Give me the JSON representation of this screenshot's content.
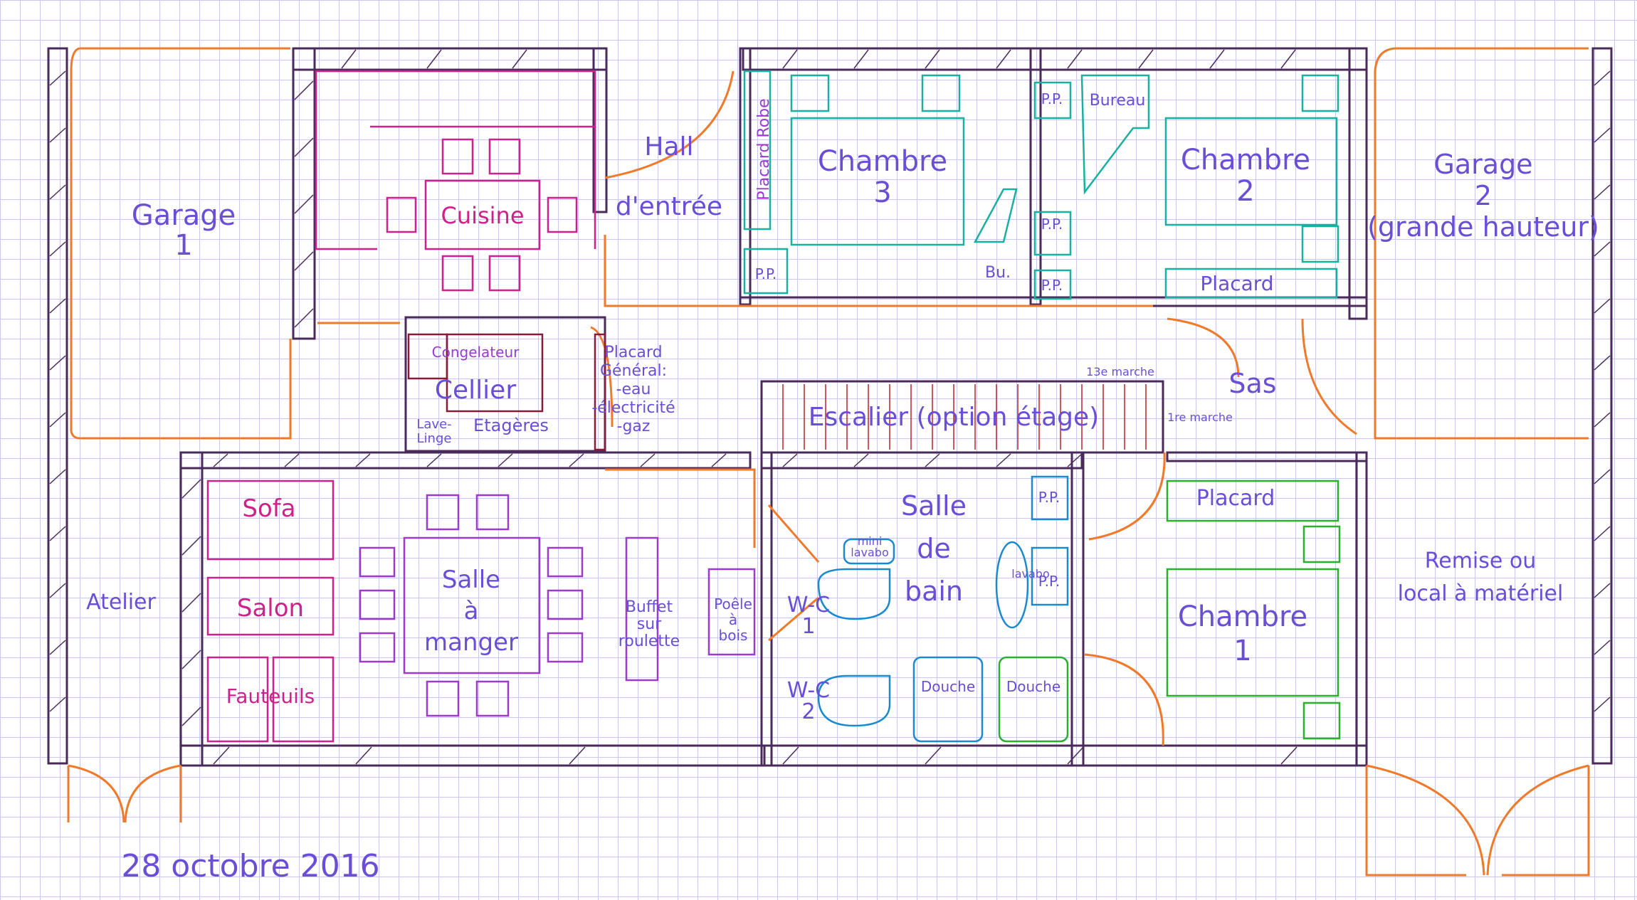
{
  "colors": {
    "wall": "#4a2a5a",
    "door": "#f07a2a",
    "text": "#6a4fd6",
    "kitchen": "#d0208a",
    "dining": "#9a3ad0",
    "bedroom3": "#19b0a0",
    "bedroom1": "#2ab02a",
    "bathroom": "#1a9ad0",
    "grid": "#c9c9ee"
  },
  "rooms": {
    "garage1": "Garage\n1",
    "cuisine": "Cuisine",
    "hall": "Hall\nd'entrée",
    "placard_hall": "Placard Robe",
    "pp_hall": "P.P.",
    "chambre3": "Chambre\n3",
    "bureau3": "Bu.",
    "pp_c3_a": "P.P.",
    "pp_c3_b": "P.P.",
    "pp_c3_c": "P.P.",
    "bureau2": "Bureau",
    "chambre2": "Chambre\n2",
    "placard2": "Placard",
    "garage2": "Garage\n2\n(grande hauteur)",
    "congelateur": "Congelateur",
    "cellier": "Cellier",
    "lave_linge": "Lave-\nLinge",
    "etageres": "Etagères",
    "placard_general": "Placard\nGénéral:\n-eau\n-électricité\n-gaz",
    "escalier": "Escalier (option étage)",
    "marche13": "13e marche",
    "marche1": "1re marche",
    "sas": "Sas",
    "salle_de_bain": "Salle\nde\nbain",
    "mini_lavabo": "mini\nlavabo",
    "lavabo": "lavabo",
    "wc1": "W-C\n1",
    "wc2": "W-C\n2",
    "douche1": "Douche",
    "douche2": "Douche",
    "pp_sdb_a": "P.P.",
    "pp_sdb_b": "P.P.",
    "placard1": "Placard",
    "chambre1": "Chambre\n1",
    "remise": "Remise ou\nlocal à matériel",
    "atelier": "Atelier",
    "sofa": "Sofa",
    "salon": "Salon",
    "fauteuils": "Fauteuils",
    "salle_a_manger": "Salle\nà\nmanger",
    "buffet": "Buffet\nsur\nroulette",
    "poele": "Poêle\nà\nbois"
  },
  "date": "28 octobre 2016"
}
